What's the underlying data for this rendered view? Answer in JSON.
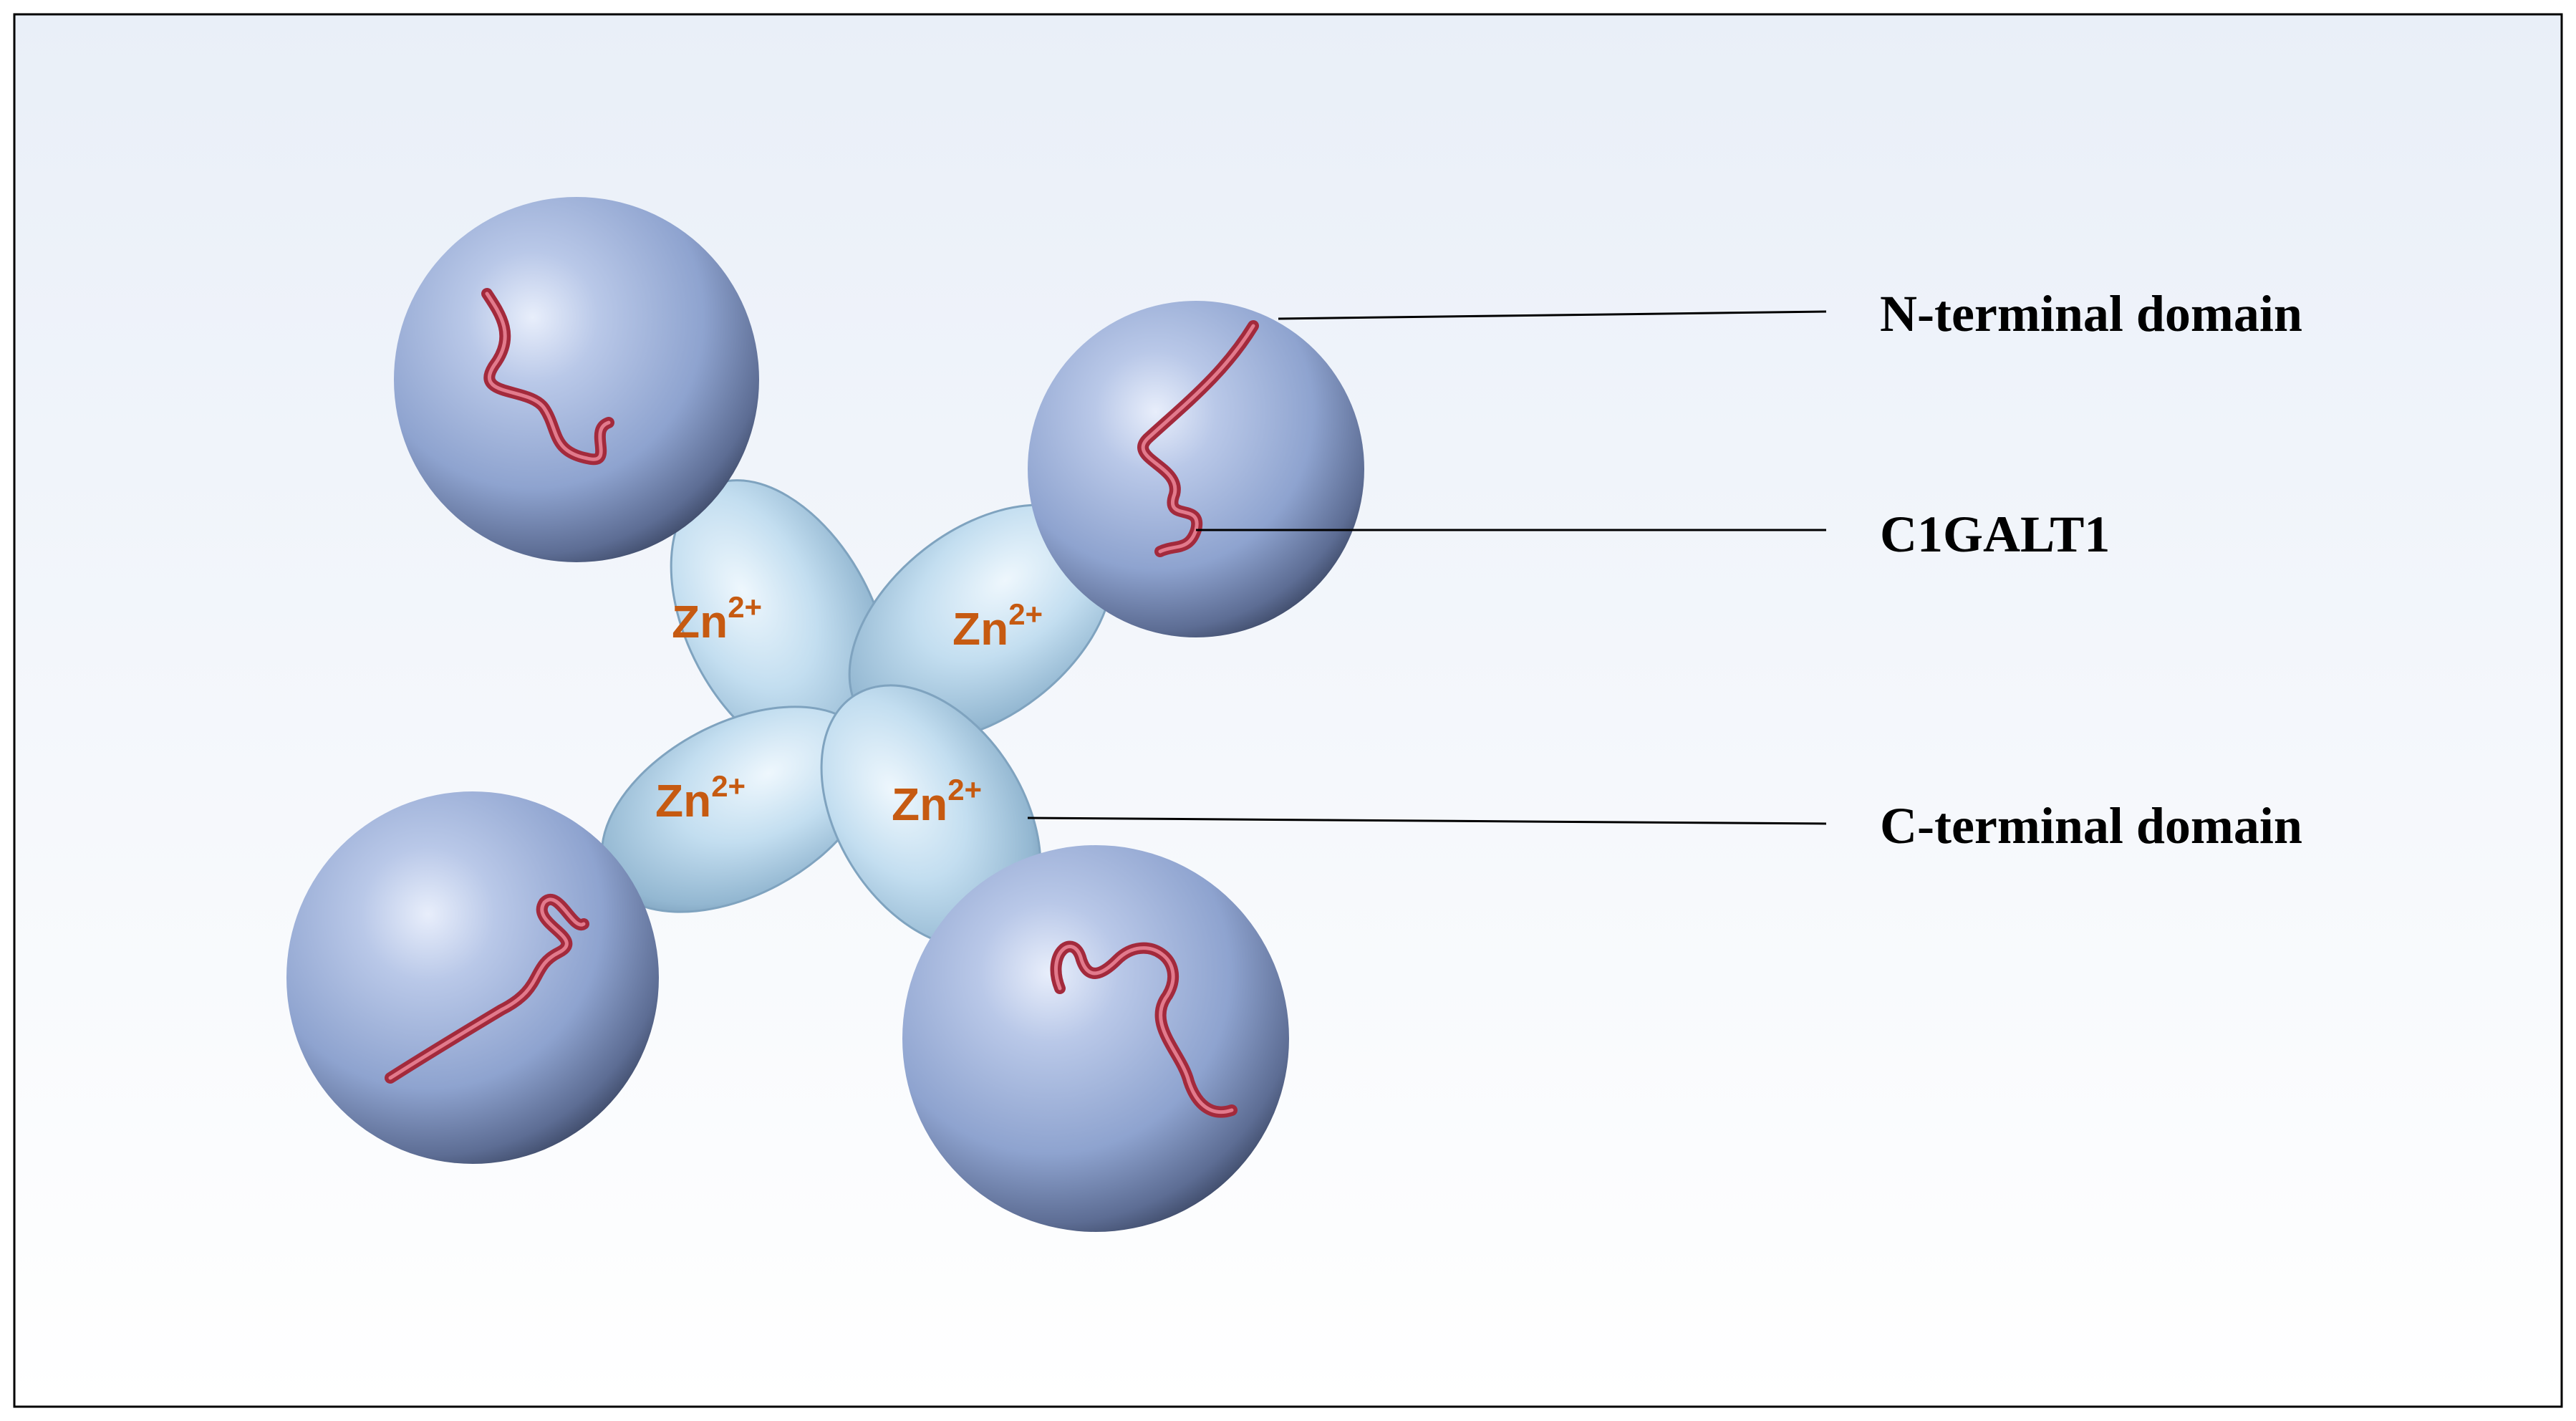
{
  "diagram": {
    "labels": {
      "n_terminal": "N-terminal domain",
      "c1galt1": "C1GALT1",
      "c_terminal": "C-terminal domain"
    },
    "zinc_ions": [
      {
        "base": "Zn",
        "charge": "2+"
      },
      {
        "base": "Zn",
        "charge": "2+"
      },
      {
        "base": "Zn",
        "charge": "2+"
      },
      {
        "base": "Zn",
        "charge": "2+"
      }
    ],
    "colors": {
      "sphere": "#8ea3cf",
      "ellipsoid": "#b6d5ea",
      "ribbon": "#a32a3c",
      "zinc_label": "#c65a11",
      "leader_line": "#000000",
      "frame_border": "#000000"
    }
  }
}
